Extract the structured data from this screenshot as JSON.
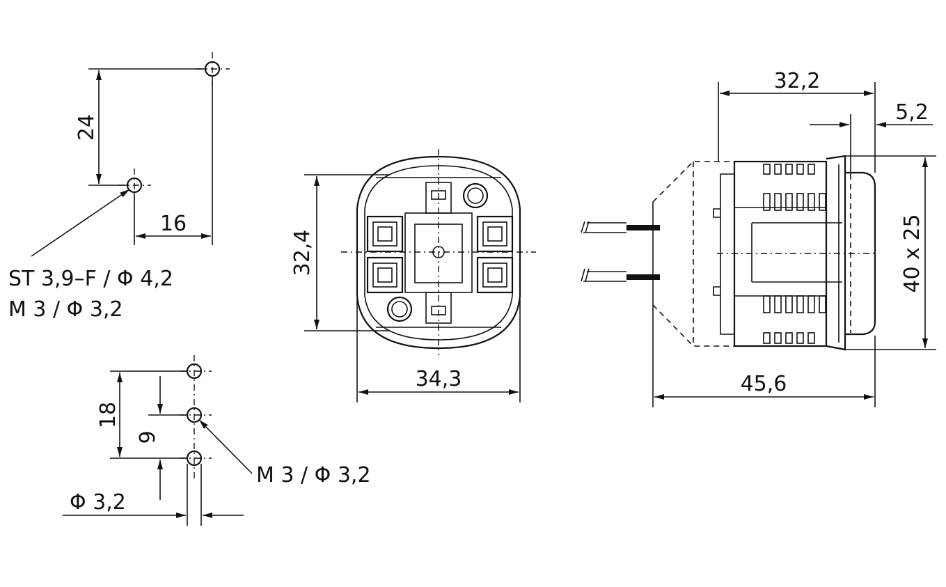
{
  "hole_pattern_top": {
    "dim_vertical": "24",
    "dim_horizontal": "16",
    "note_line1": "ST 3,9–F / Φ 4,2",
    "note_line2": "M 3 / Φ 3,2"
  },
  "hole_pattern_bottom": {
    "dim_outer": "18",
    "dim_inner": "9",
    "dim_diameter": "Φ  3,2",
    "note": "M 3 / Φ 3,2"
  },
  "front_view": {
    "dim_height": "32,4",
    "dim_width": "34,3"
  },
  "side_view": {
    "dim_depth": "32,2",
    "dim_flange": "5,2",
    "dim_length": "45,6",
    "dim_cutout": "40  x  25"
  }
}
